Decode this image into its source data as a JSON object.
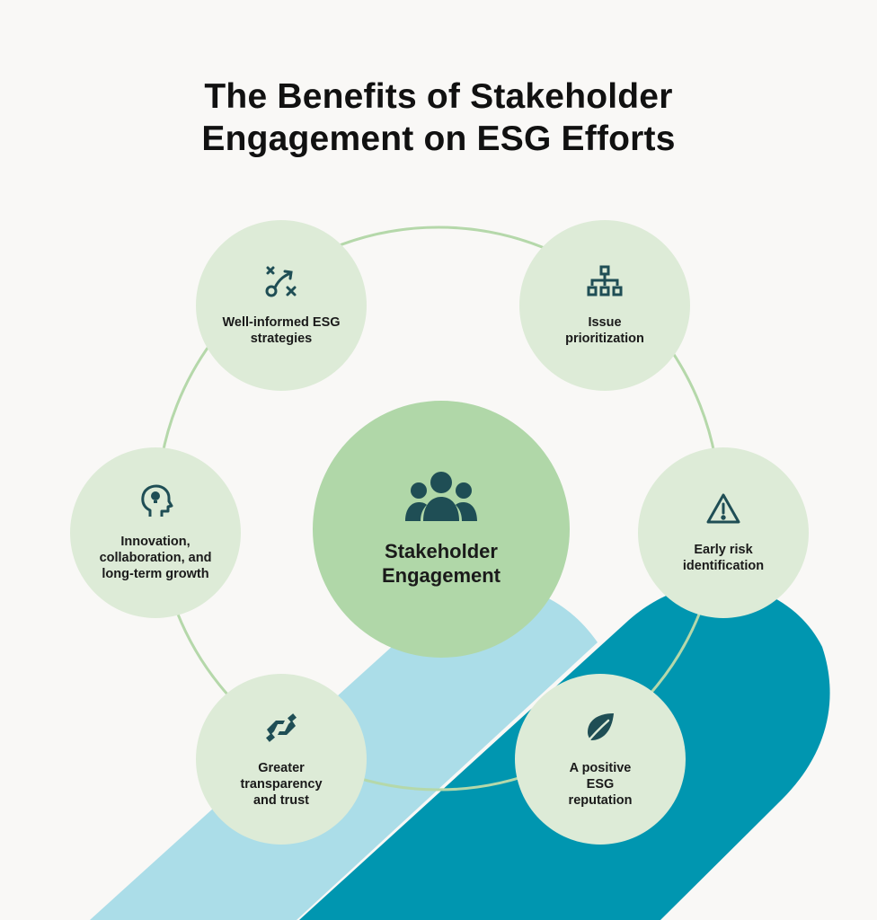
{
  "title": {
    "line1": "The Benefits of Stakeholder",
    "line2": "Engagement on ESG Efforts"
  },
  "colors": {
    "background": "#f9f8f6",
    "node_fill": "#ddebd7",
    "center_fill": "#b0d7a8",
    "ring_stroke": "#b5d8aa",
    "light_band": "#abdde8",
    "dark_band": "#0096b0",
    "icon": "#1f4e55"
  },
  "center": {
    "label": "Stakeholder\nEngagement",
    "icon": "people-group-icon"
  },
  "nodes": [
    {
      "id": "strategies",
      "label": "Well-informed ESG\nstrategies",
      "icon": "strategy-play-icon"
    },
    {
      "id": "prioritization",
      "label": "Issue\nprioritization",
      "icon": "hierarchy-chart-icon"
    },
    {
      "id": "risk",
      "label": "Early risk\nidentification",
      "icon": "warning-triangle-icon"
    },
    {
      "id": "reputation",
      "label": "A positive\nESG\nreputation",
      "icon": "leaf-icon"
    },
    {
      "id": "transparency",
      "label": "Greater\ntransparency\nand trust",
      "icon": "handshake-icon"
    },
    {
      "id": "innovation",
      "label": "Innovation,\ncollaboration, and\nlong-term growth",
      "icon": "head-lightbulb-icon"
    }
  ]
}
